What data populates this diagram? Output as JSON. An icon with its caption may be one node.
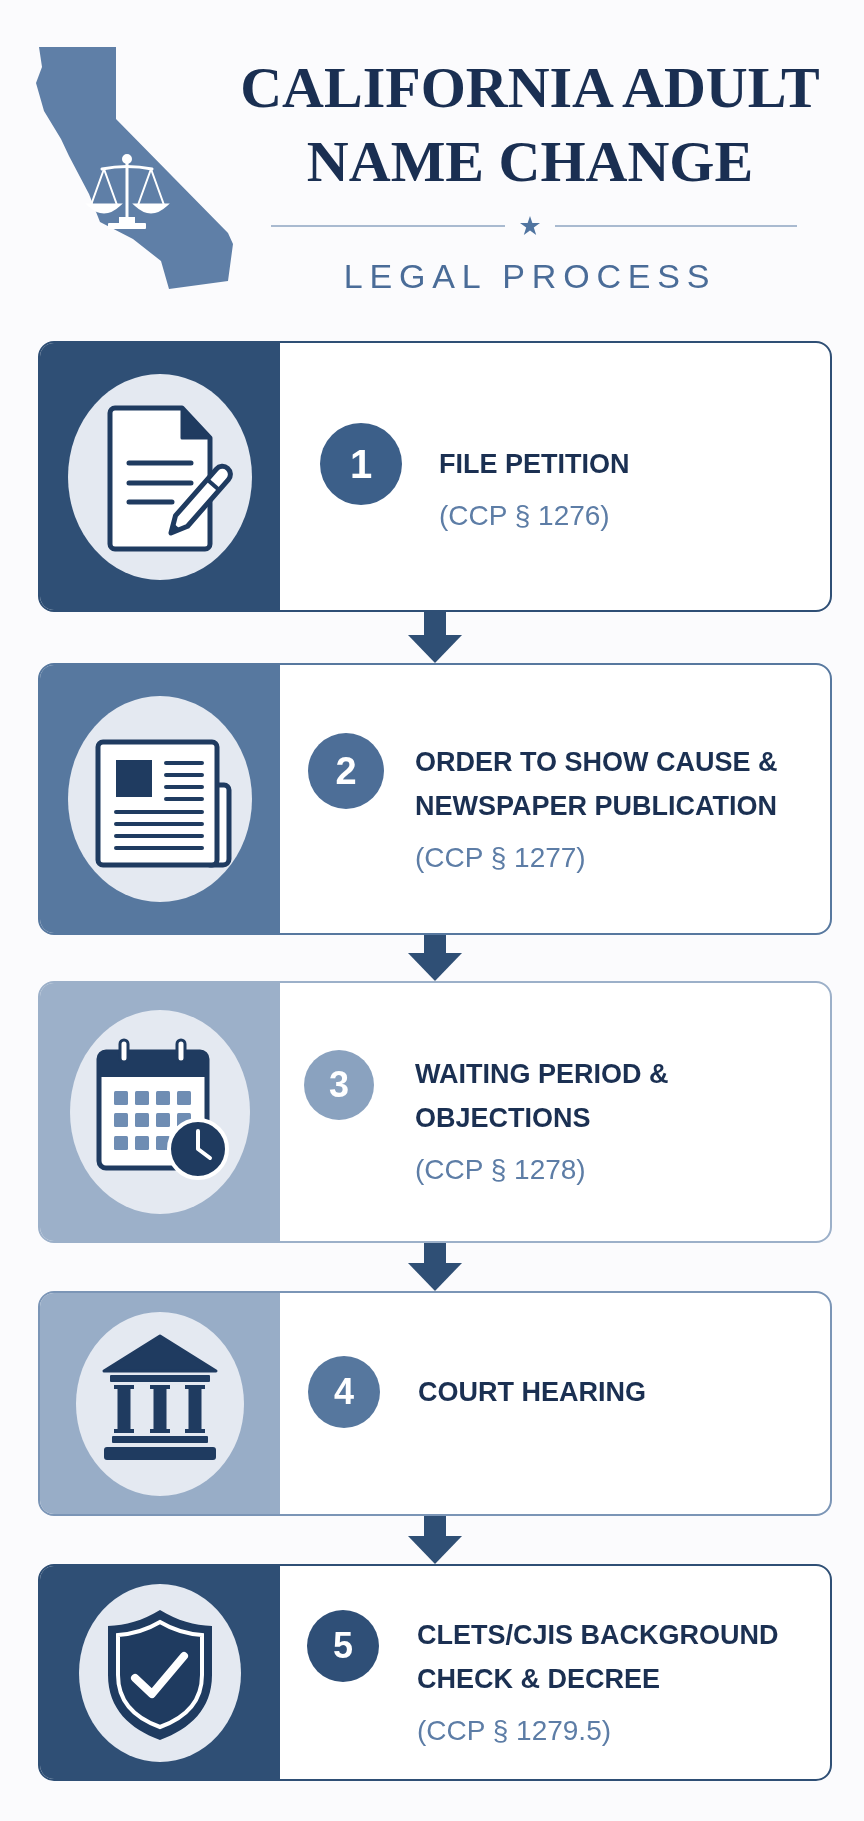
{
  "diagram": {
    "title": "CALIFORNIA ADULT NAME CHANGE",
    "nodes": [
      {
        "text": [
          "FILE PETITION",
          "(CCP § 1276)"
        ]
      },
      {
        "text": [
          "1"
        ],
        "in": 0
      },
      {
        "text": [
          "ORDER TO SHOW CAUSE & NEWSPAPER PUBLICATION",
          "(CCP § 1277)"
        ]
      },
      {
        "text": [
          "2"
        ],
        "in": 2
      },
      {
        "text": [
          "WAITING PERIOD & OBJECTIONS",
          "(CCP § 1278)"
        ]
      },
      {
        "text": [
          "3"
        ],
        "in": 4
      },
      {
        "text": [
          "COURT HEARING"
        ]
      },
      {
        "text": [
          "4"
        ],
        "in": 6
      },
      {
        "text": [
          "CLETS/CJIS BACKGROUND CHECK & DECREE",
          "(CCP § 1279.5)"
        ]
      },
      {
        "text": [
          "5"
        ],
        "in": 8
      }
    ],
    "edges": [
      {
        "from": 0,
        "to": 2,
        "arrow": "to"
      },
      {
        "from": 2,
        "to": 4,
        "arrow": "to"
      },
      {
        "from": 4,
        "to": 6,
        "arrow": "to"
      },
      {
        "from": 6,
        "to": 8,
        "arrow": "to"
      }
    ],
    "labels": [
      "LEGAL PROCESS"
    ]
  }
}
